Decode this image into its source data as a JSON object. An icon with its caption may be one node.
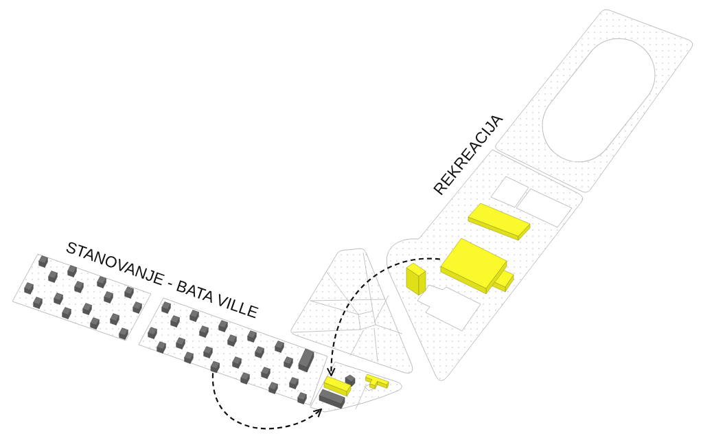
{
  "diagram": {
    "nodes": [
      {
        "text": [],
        "shape": "box"
      },
      {
        "text": [],
        "shape": "box"
      },
      {
        "text": [],
        "shape": "box"
      },
      {
        "text": [],
        "shape": "box"
      }
    ],
    "edges": [
      {
        "from": 0,
        "to": 1,
        "arrow": "to",
        "style": "dashed"
      },
      {
        "from": 2,
        "to": 3,
        "arrow": "to",
        "style": "dashed"
      }
    ],
    "labels": [
      "STANOVANJE - BATA VILLE",
      "REKREACIJA"
    ]
  }
}
